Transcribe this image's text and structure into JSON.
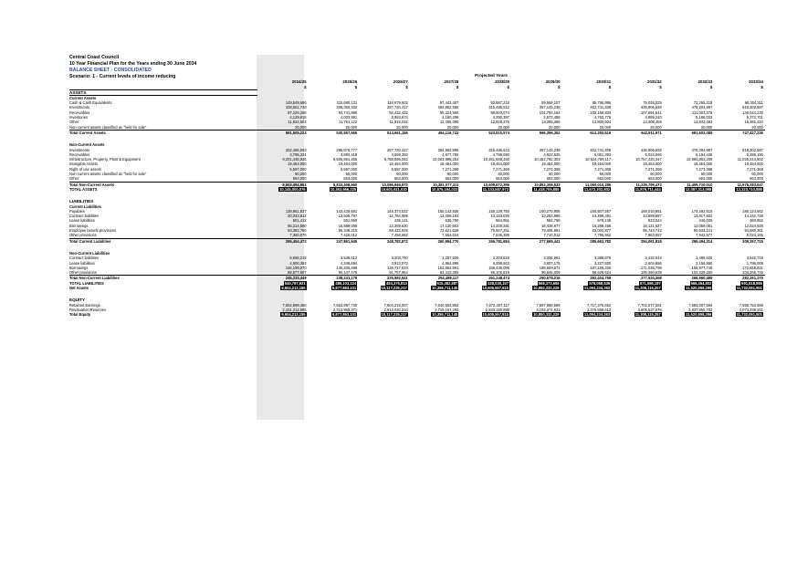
{
  "header": {
    "council": "Central Coast Council",
    "plan_title": "10 Year Financial Plan for the Years ending 30 June 2034",
    "statement": "BALANCE SHEET - CONSOLIDATED",
    "scenario": "Scenario: 1 - Current levels of income reducing",
    "projected_years": "Projected Years"
  },
  "years": [
    "2024/25",
    "2025/26",
    "2026/27",
    "2027/28",
    "2028/29",
    "2029/30",
    "2030/31",
    "2031/32",
    "2032/33",
    "2033/34"
  ],
  "unit": "$",
  "rows": [
    {
      "type": "section",
      "label": "ASSETS",
      "values": []
    },
    {
      "type": "sub",
      "label": "Current Assets",
      "values": []
    },
    {
      "type": "line",
      "label": "Cash & Cash Equivalents",
      "values": [
        "149,549,686",
        "115,680,131",
        "118,679,602",
        "97,443,487",
        "92,587,218",
        "89,568,107",
        "85,796,996",
        "79,026,029",
        "72,265,218",
        "68,304,311"
      ]
    },
    {
      "type": "line",
      "label": "Investments",
      "values": [
        "328,651,748",
        "305,350,332",
        "287,720,417",
        "284,952,985",
        "315,486,612",
        "357,145,238",
        "402,741,408",
        "436,906,692",
        "478,304,997",
        "518,302,587"
      ]
    },
    {
      "type": "line",
      "label": "Receivables",
      "values": [
        "97,229,268",
        "93,741,990",
        "92,432,432",
        "95,224,565",
        "98,603,074",
        "101,784,154",
        "105,169,833",
        "107,691,541",
        "111,003,376",
        "140,044,230"
      ]
    },
    {
      "type": "line",
      "label": "Inventories",
      "values": [
        "4,129,818",
        "4,003,991",
        "3,993,674",
        "4,180,298",
        "4,390,397",
        "4,573,488",
        "4,763,775",
        "4,959,240",
        "5,166,033",
        "5,373,701"
      ]
    },
    {
      "type": "line",
      "label": "Other",
      "values": [
        "11,924,504",
        "11,761,122",
        "11,815,032",
        "12,295,398",
        "12,828,275",
        "13,305,366",
        "13,800,504",
        "14,308,468",
        "14,843,463",
        "15,382,410"
      ]
    },
    {
      "type": "line",
      "label": "Non-current assets classified as \"held for sale\"",
      "values": [
        "20,000",
        "20,000",
        "20,000",
        "20,000",
        "20,000",
        "20,000",
        "20,000",
        "20,000",
        "20,000",
        "20,000"
      ]
    },
    {
      "type": "total",
      "label": "Total Current Assets",
      "values": [
        "591,505,223",
        "530,557,565",
        "514,661,156",
        "494,116,722",
        "523,915,574",
        "566,396,352",
        "612,292,516",
        "642,911,971",
        "681,603,089",
        "747,427,239"
      ]
    },
    {
      "type": "gap",
      "label": "",
      "values": []
    },
    {
      "type": "sub",
      "label": "Non-Current Assets",
      "values": []
    },
    {
      "type": "line",
      "label": "Investments",
      "values": [
        "322,486,593",
        "296,876,777",
        "287,720,417",
        "284,952,985",
        "315,486,612",
        "357,145,238",
        "402,741,408",
        "436,906,692",
        "478,304,997",
        "518,302,587"
      ]
    },
    {
      "type": "line",
      "label": "Receivables",
      "values": [
        "3,795,334",
        "3,893,418",
        "4,559,393",
        "4,677,706",
        "4,799,090",
        "4,923,625",
        "5,051,393",
        "5,024,066",
        "5,154,436",
        "5,288,190"
      ]
    },
    {
      "type": "line",
      "label": "Infrastructure, Property, Plant & Equipment",
      "values": [
        "9,201,436,926",
        "9,506,864,465",
        "9,768,896,063",
        "10,063,998,252",
        "10,261,938,330",
        "10,462,792,303",
        "10,624,769,117",
        "10,767,420,347",
        "10,894,802,209",
        "11,025,244,502"
      ]
    },
    {
      "type": "line",
      "label": "Intangible Assets",
      "values": [
        "19,454,000",
        "19,454,000",
        "19,454,000",
        "19,454,000",
        "19,454,000",
        "19,454,000",
        "19,454,000",
        "19,454,000",
        "19,454,000",
        "19,454,000"
      ]
    },
    {
      "type": "line",
      "label": "Right of use assets",
      "values": [
        "5,597,000",
        "5,597,000",
        "5,597,000",
        "7,271,368",
        "7,271,368",
        "7,271,368",
        "7,271,368",
        "7,271,368",
        "7,271,368",
        "7,271,368"
      ]
    },
    {
      "type": "line",
      "label": "Non-current assets classified as \"held for sale\"",
      "values": [
        "60,000",
        "60,000",
        "60,000",
        "60,000",
        "60,000",
        "60,000",
        "60,000",
        "60,000",
        "60,000",
        "60,000"
      ]
    },
    {
      "type": "line",
      "label": "Other",
      "values": [
        "663,000",
        "663,000",
        "663,000",
        "663,000",
        "663,000",
        "663,000",
        "663,000",
        "663,000",
        "663,000",
        "663,000"
      ]
    },
    {
      "type": "total",
      "label": "Total Non-Current Assets",
      "values": [
        "9,553,494,853",
        "9,833,408,660",
        "10,086,949,873",
        "10,381,077,311",
        "10,609,672,399",
        "10,852,309,533",
        "11,060,010,286",
        "11,236,799,473",
        "11,405,710,010",
        "11,576,283,647"
      ]
    },
    {
      "type": "grand",
      "label": "TOTAL ASSETS",
      "values": [
        "10,145,000,076",
        "10,363,966,225",
        "10,601,611,030",
        "10,875,194,033",
        "11,133,587,973",
        "11,418,705,885",
        "11,672,302,802",
        "11,879,711,444",
        "12,087,313,098",
        "12,323,710,886"
      ]
    },
    {
      "type": "gap",
      "label": "",
      "values": []
    },
    {
      "type": "section2",
      "label": "LIABILITIES",
      "values": []
    },
    {
      "type": "sub",
      "label": "Current Liabilities",
      "values": []
    },
    {
      "type": "line",
      "label": "Payables",
      "values": [
        "138,951,837",
        "143,429,681",
        "145,374,522",
        "150,143,936",
        "155,129,780",
        "160,275,905",
        "165,507,267",
        "169,010,851",
        "174,492,615",
        "180,124,662"
      ]
    },
    {
      "type": "line",
      "label": "Contract liabilities",
      "values": [
        "20,033,812",
        "13,505,797",
        "12,784,989",
        "13,008,183",
        "13,183,025",
        "13,283,988",
        "13,489,381",
        "13,699,597",
        "13,917,804",
        "14,142,749"
      ]
    },
    {
      "type": "line",
      "label": "Lease liabilities",
      "values": [
        "501,412",
        "551,659",
        "435,121",
        "535,790",
        "564,951",
        "592,768",
        "579,246",
        "623,044",
        "446,026",
        "360,852"
      ]
    },
    {
      "type": "line",
      "label": "Borrowings",
      "values": [
        "65,214,590",
        "16,599,085",
        "13,269,630",
        "17,120,602",
        "14,320,291",
        "16,426,877",
        "15,299,458",
        "16,121,527",
        "12,059,051",
        "12,024,925"
      ]
    },
    {
      "type": "line",
      "label": "Employee benefit provisions",
      "values": [
        "63,382,750",
        "66,349,210",
        "69,423,929",
        "72,621,636",
        "75,947,251",
        "79,405,891",
        "83,002,877",
        "86,743,742",
        "90,634,241",
        "94,680,361"
      ]
    },
    {
      "type": "line",
      "label": "Other provisions",
      "values": [
        "7,360,070",
        "7,426,012",
        "7,494,682",
        "7,564,624",
        "7,636,385",
        "7,710,012",
        "7,785,552",
        "7,863,057",
        "7,942,577",
        "8,024,165"
      ]
    },
    {
      "type": "total",
      "label": "Total Current Liabilities",
      "values": [
        "295,454,472",
        "247,861,945",
        "248,782,872",
        "260,994,770",
        "266,781,684",
        "277,695,441",
        "285,663,782",
        "294,061,818",
        "299,494,314",
        "309,357,715"
      ]
    },
    {
      "type": "gap",
      "label": "",
      "values": []
    },
    {
      "type": "sub",
      "label": "Non-Current Liabilities",
      "values": []
    },
    {
      "type": "line",
      "label": "Contract liabilities",
      "values": [
        "5,656,219",
        "3,539,512",
        "3,203,790",
        "3,257,925",
        "3,303,818",
        "3,336,961",
        "3,388,878",
        "3,432,044",
        "3,486,620",
        "3,542,716"
      ]
    },
    {
      "type": "line",
      "label": "Lease liabilities",
      "values": [
        "4,900,353",
        "4,348,694",
        "3,913,573",
        "4,964,895",
        "4,399,943",
        "3,807,175",
        "3,227,930",
        "2,604,886",
        "2,156,860",
        "1,796,008"
      ]
    },
    {
      "type": "line",
      "label": "Borrowings",
      "values": [
        "146,199,070",
        "140,205,498",
        "136,717,624",
        "152,854,991",
        "158,439,095",
        "186,669,071",
        "187,156,326",
        "171,036,799",
        "158,977,748",
        "172,655,821"
      ]
    },
    {
      "type": "line",
      "label": "Other provisions",
      "values": [
        "88,577,807",
        "90,147,475",
        "91,757,954",
        "93,410,305",
        "95,105,618",
        "96,845,009",
        "98,629,624",
        "100,460,639",
        "102,339,260",
        "104,266,726"
      ]
    },
    {
      "type": "total",
      "label": "Total Non-Current Liabilities",
      "values": [
        "245,333,449",
        "238,241,179",
        "235,592,941",
        "254,488,117",
        "261,248,474",
        "290,678,216",
        "292,404,758",
        "277,534,368",
        "266,960,488",
        "282,261,270"
      ]
    },
    {
      "type": "grand",
      "label": "TOTAL LIABILITIES",
      "values": [
        "540,787,921",
        "486,103,124",
        "484,375,813",
        "515,482,887",
        "528,030,157",
        "568,373,656",
        "578,068,539",
        "571,596,187",
        "566,454,802",
        "591,618,985"
      ]
    },
    {
      "type": "grand",
      "label": "Net Assets",
      "values": [
        "9,604,212,155",
        "9,877,863,101",
        "10,117,235,217",
        "10,359,711,145",
        "10,605,557,815",
        "10,850,332,229",
        "11,094,234,263",
        "11,308,115,257",
        "11,520,858,296",
        "11,732,091,901"
      ]
    },
    {
      "type": "gap",
      "label": "",
      "values": []
    },
    {
      "type": "section2",
      "label": "EQUITY",
      "values": []
    },
    {
      "type": "line",
      "label": "Retained Earnings",
      "values": [
        "7,502,999,460",
        "7,563,897,730",
        "7,604,215,007",
        "7,640,553,852",
        "7,672,407,117",
        "7,697,959,599",
        "7,717,375,652",
        "7,702,577,581",
        "7,683,007,594",
        "7,658,753,559"
      ]
    },
    {
      "type": "line",
      "label": "Revaluation Reserves",
      "values": [
        "2,101,212,695",
        "2,313,965,371",
        "2,513,020,210",
        "2,719,157,293",
        "2,933,150,698",
        "3,152,372,631",
        "3,376,858,612",
        "3,605,537,676",
        "3,837,850,702",
        "4,073,338,341"
      ]
    },
    {
      "type": "grand",
      "label": "Total Equity",
      "values": [
        "9,604,212,155",
        "9,877,863,101",
        "10,117,235,217",
        "10,359,711,145",
        "10,605,557,815",
        "10,850,332,229",
        "11,094,234,263",
        "11,308,115,257",
        "11,520,858,296",
        "11,732,091,901"
      ]
    }
  ]
}
